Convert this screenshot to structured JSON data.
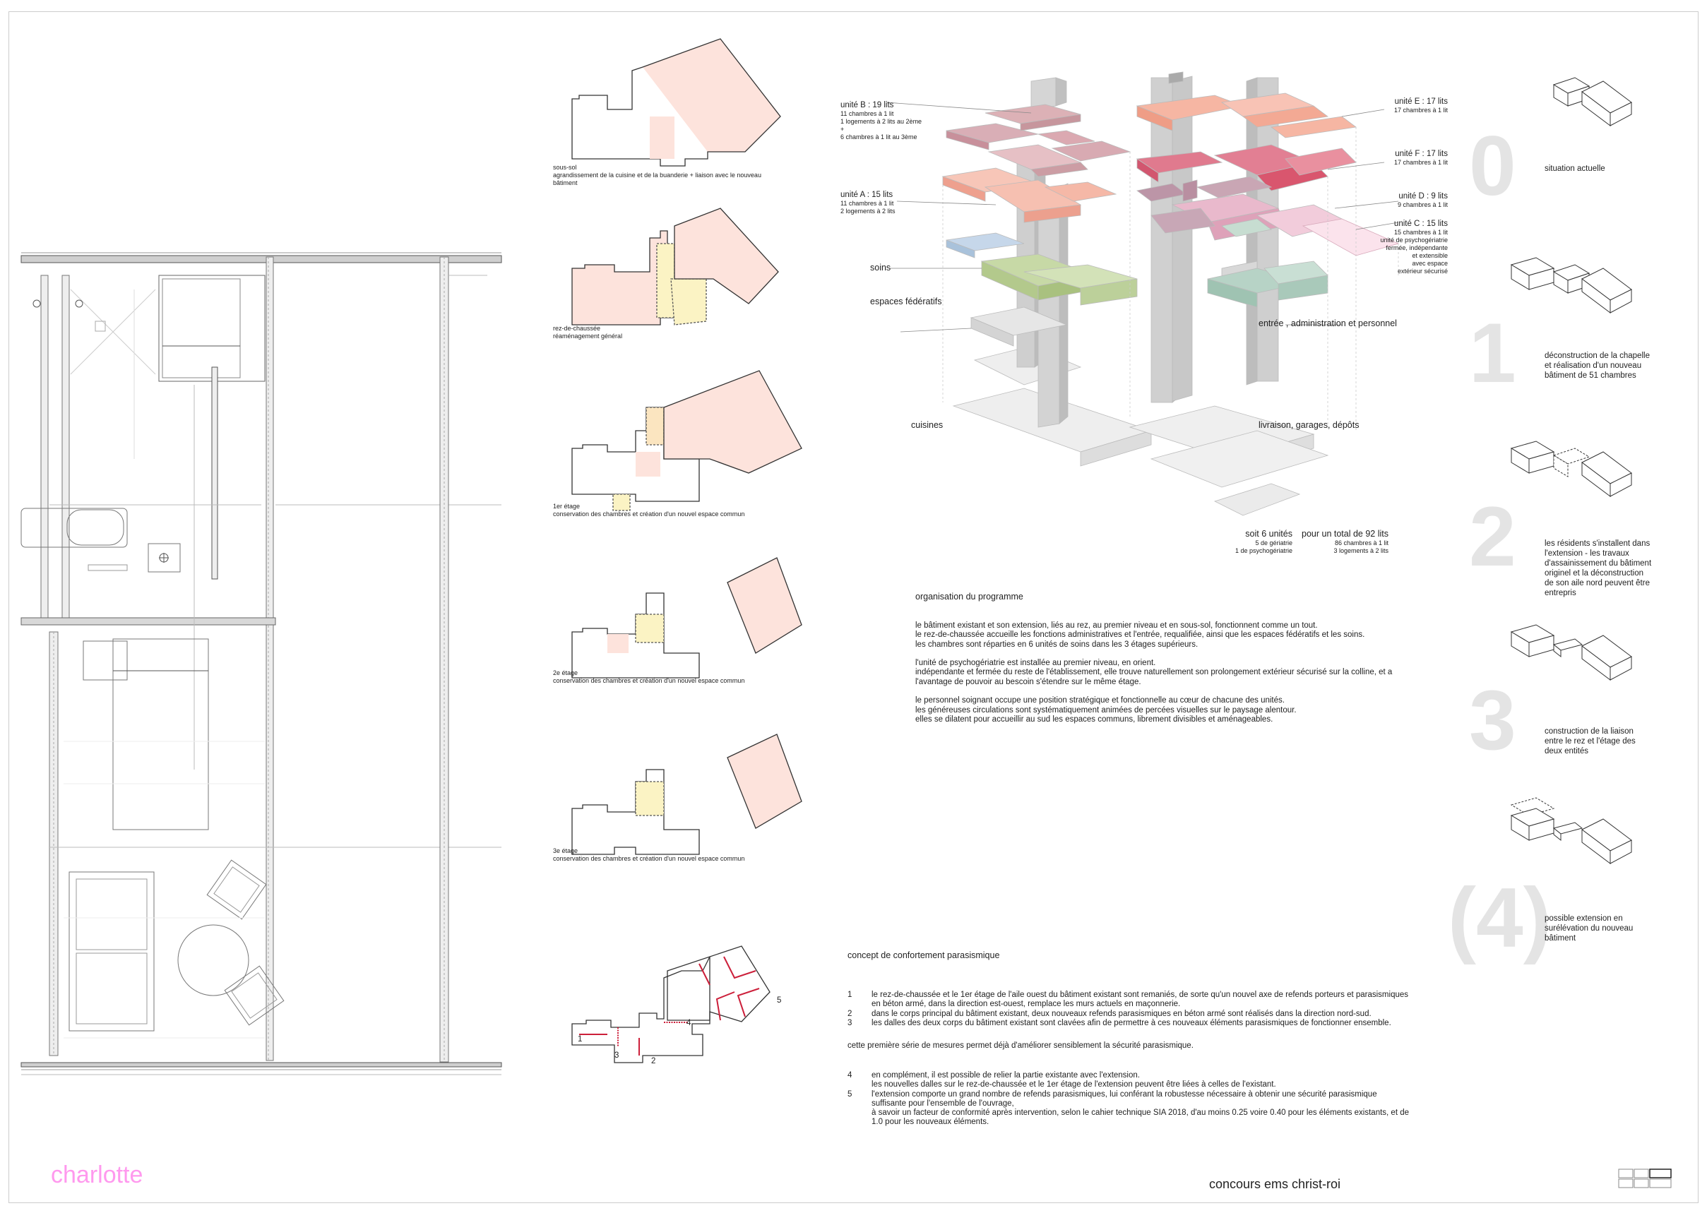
{
  "plan_labels": {
    "sous_sol": [
      "sous-sol",
      "agrandissement de la cuisine et de la buanderie + liaison avec le nouveau",
      "bâtiment"
    ],
    "rez": [
      "rez-de-chaussée",
      "réaménagement général"
    ],
    "etage1": [
      "1er étage",
      "conservation des chambres et création d'un nouvel espace commun"
    ],
    "etage2": [
      "2e étage",
      "conservation des chambres et création d'un nouvel espace commun"
    ],
    "etage3": [
      "3e étage",
      "conservation des chambres et création d'un nouvel espace commun"
    ]
  },
  "axo_left": {
    "unite_b": [
      "unité B : 19 lits",
      "11 chambres à 1 lit",
      "1 logements à 2 lits au 2ème",
      "+",
      "6 chambres à 1 lit au 3ème"
    ],
    "unite_a": [
      "unité A : 15 lits",
      "11 chambres à 1 lit",
      "2 logements à 2 lits"
    ],
    "soins": "soins",
    "espaces": "espaces fédératifs",
    "cuisines": "cuisines"
  },
  "axo_right": {
    "unite_e": [
      "unité E : 17 lits",
      "17 chambres à 1 lit"
    ],
    "unite_f": [
      "unité F : 17 lits",
      "17 chambres à 1 lit"
    ],
    "unite_d": [
      "unité D : 9 lits",
      "9 chambres à 1 lit"
    ],
    "unite_c": [
      "unité C : 15 lits",
      "15 chambres à 1 lit",
      "unité de psychogériatrie",
      "fermée, indépendante",
      "et extensible",
      "avec espace",
      "extérieur sécurisé"
    ],
    "entree": "entrée , administration et personnel",
    "livraison": "livraison, garages, dépôts"
  },
  "totals": {
    "left": [
      "soit 6 unités",
      "5 de gériatrie",
      "1 de psychogériatrie"
    ],
    "right": [
      "pour un total de 92 lits",
      "86 chambres à 1 lit",
      "3 logements à 2 lits"
    ]
  },
  "programme": {
    "title": "organisation du programme",
    "lines": [
      "le bâtiment existant et son extension, liés au rez, au premier niveau et en sous-sol, fonctionnent comme un tout.",
      "le rez-de-chaussée accueille les fonctions administratives et l'entrée, requalifiée, ainsi que les espaces fédératifs et les soins.",
      "les chambres sont réparties en 6 unités de soins dans les 3 étages supérieurs.",
      "",
      "l'unité de psychogériatrie est installée au premier niveau, en orient.",
      "indépendante et fermée du reste de l'établissement, elle trouve naturellement son prolongement extérieur sécurisé sur la colline, et a",
      "l'avantage de pouvoir au bescoin s'étendre sur le même étage.",
      "",
      "le personnel soignant occupe une position stratégique et fonctionnelle au cœur de chacune des unités.",
      "les généreuses circulations sont systématiquement animées de percées visuelles sur le paysage alentour.",
      "elles se dilatent pour accueillir au sud les espaces communs, librement divisibles et aménageables."
    ]
  },
  "concept": {
    "title": "concept de confortement parasismique",
    "items": [
      {
        "n": "1",
        "lines": [
          "le rez-de-chaussée et le 1er étage de l'aile ouest du bâtiment existant sont remaniés, de sorte qu'un nouvel axe de refends porteurs et parasismiques",
          "en béton armé, dans la direction est-ouest, remplace les murs actuels en maçonnerie."
        ]
      },
      {
        "n": "2",
        "lines": [
          "dans le corps principal du bâtiment existant, deux nouveaux refends parasismiques en béton armé sont réalisés dans la direction nord-sud."
        ]
      },
      {
        "n": "3",
        "lines": [
          "les dalles des deux corps du bâtiment existant sont clavées afin de permettre à ces nouveaux éléments parasismiques de fonctionner ensemble."
        ]
      }
    ],
    "middle": "cette première série de mesures permet déjà d'améliorer sensiblement la sécurité parasismique.",
    "items2": [
      {
        "n": "4",
        "lines": [
          "en complément, il est possible de relier la partie existante avec l'extension.",
          "les nouvelles dalles sur le rez-de-chaussée et le 1er étage de l'extension peuvent être liées à celles de l'existant."
        ]
      },
      {
        "n": "5",
        "lines": [
          "l'extension comporte un grand nombre de refends parasismiques, lui conférant la robustesse nécessaire à obtenir une sécurité parasismique",
          "suffisante pour l'ensemble de l'ouvrage,",
          "à savoir un facteur de conformité après intervention, selon le cahier technique SIA 2018, d'au moins 0.25 voire 0.40 pour les éléments existants, et de",
          "1.0 pour les nouveaux éléments."
        ]
      }
    ],
    "diagram_numbers": [
      "1",
      "2",
      "3",
      "4",
      "5"
    ]
  },
  "steps": [
    {
      "num": "0",
      "text": [
        "situation actuelle"
      ]
    },
    {
      "num": "1",
      "text": [
        "déconstruction de la chapelle",
        "et réalisation d'un nouveau",
        "bâtiment de 51 chambres"
      ]
    },
    {
      "num": "2",
      "text": [
        "les résidents s'installent dans",
        "l'extension - les travaux",
        "d'assainissement du bâtiment",
        "originel et la déconstruction",
        "de son aile nord peuvent être",
        "entrepris"
      ]
    },
    {
      "num": "3",
      "text": [
        "construction de la liaison",
        "entre le rez et l'étage des",
        "deux entités"
      ]
    },
    {
      "num": "(4)",
      "text": [
        "possible extension en",
        "surélévation du nouveau",
        "bâtiment"
      ]
    }
  ],
  "footer": {
    "author": "charlotte",
    "project": "concours ems christ-roi"
  },
  "colors": {
    "author": "#ff99ee",
    "pink_light": "#fde3dc",
    "yellow_light": "#fbf3c4",
    "salmon": "#f6b1a0",
    "red": "#d9566e",
    "mauve": "#c9a6b4",
    "rose": "#e9b9cc",
    "green": "#c7d9a6",
    "teal": "#b7d3c6",
    "blue": "#c6d7ea",
    "grey": "#dcdcdc",
    "big_number": "#e4e4e4"
  }
}
